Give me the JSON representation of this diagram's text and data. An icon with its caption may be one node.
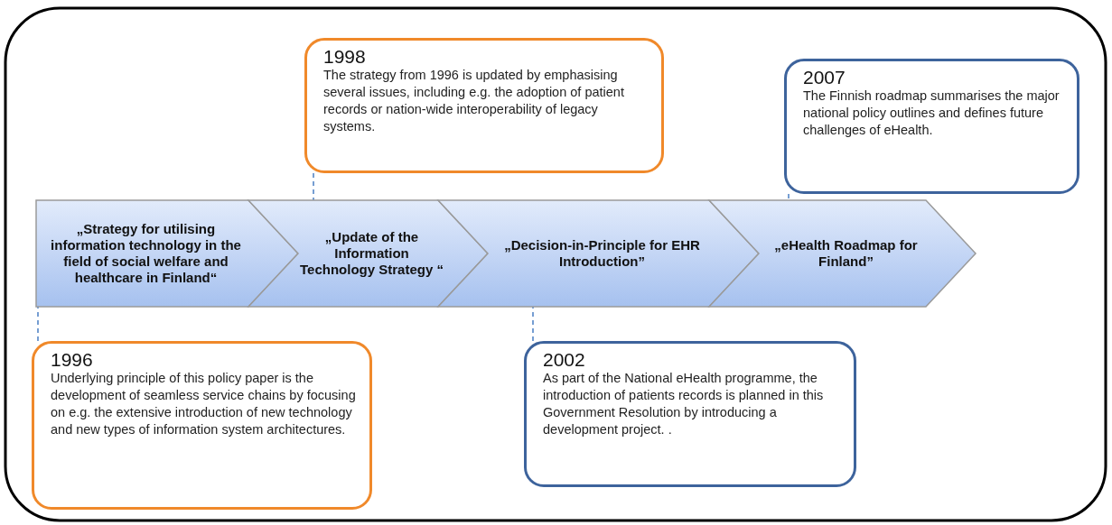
{
  "diagram": {
    "nodes": [
      {
        "text": [
          "1998",
          "The strategy from 1996 is updated by emphasising several issues, including e.g. the adoption of patient records or nation-wide interoperability of legacy systems."
        ]
      },
      {
        "text": [
          "2007",
          "The Finnish roadmap summarises the major national policy outlines and defines future challenges of eHealth."
        ]
      },
      {
        "text": [
          "„Strategy for utilising information technology in the field of social welfare and healthcare in Finland“"
        ]
      },
      {
        "text": [
          "„Update of the Information Technology Strategy “"
        ]
      },
      {
        "text": [
          "„Decision-in-Principle for EHR Introduction”"
        ]
      },
      {
        "text": [
          "„eHealth Roadmap for Finland”"
        ]
      },
      {
        "text": [
          "1996",
          "Underlying principle of this policy paper is the development of seamless service chains by focusing on e.g. the extensive introduction of new technology and new types of information system architectures."
        ]
      },
      {
        "text": [
          "2002",
          "As part of the National eHealth programme, the introduction of patients records is planned in this Government Resolution by introducing a development project. ."
        ]
      }
    ],
    "edges": [
      {
        "from": 0,
        "to": 3,
        "arrow": "none",
        "style": "dashed"
      },
      {
        "from": 1,
        "to": 5,
        "arrow": "none",
        "style": "dashed"
      },
      {
        "from": 6,
        "to": 2,
        "arrow": "none",
        "style": "dashed"
      },
      {
        "from": 7,
        "to": 4,
        "arrow": "none",
        "style": "dashed"
      }
    ]
  }
}
